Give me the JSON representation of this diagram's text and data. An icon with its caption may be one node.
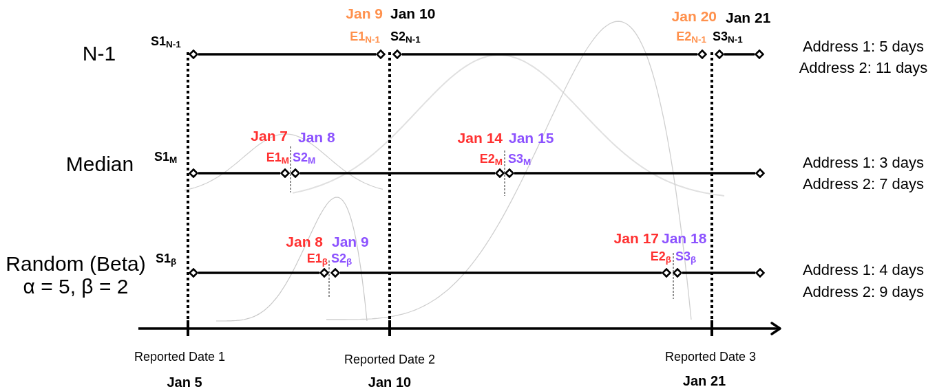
{
  "diagram": {
    "nodes": [
      {
        "text": [],
        "shape": "diamond",
        "beside": [
          "S1$_{N-1}$"
        ]
      },
      {
        "text": [],
        "shape": "diamond",
        "beside": [
          "Jan 9",
          "E1$_{N-1}$"
        ]
      },
      {
        "text": [],
        "shape": "diamond",
        "beside": [
          "Jan 10",
          "S2$_{N-1}$"
        ]
      },
      {
        "text": [],
        "shape": "diamond",
        "beside": [
          "Jan 20",
          "E2$_{N-1}$"
        ]
      },
      {
        "text": [],
        "shape": "diamond",
        "beside": [
          "Jan 21",
          "S3$_{N-1}$"
        ]
      },
      {
        "text": [],
        "shape": "diamond"
      },
      {
        "text": [],
        "shape": "diamond",
        "beside": [
          "S1$_{M}$"
        ]
      },
      {
        "text": [],
        "shape": "diamond",
        "beside": [
          "Jan 7",
          "E1$_{M}$"
        ]
      },
      {
        "text": [],
        "shape": "diamond",
        "beside": [
          "Jan 8",
          "S2$_{M}$"
        ]
      },
      {
        "text": [],
        "shape": "diamond",
        "beside": [
          "Jan 14",
          "E2$_{M}$"
        ]
      },
      {
        "text": [],
        "shape": "diamond",
        "beside": [
          "Jan 15",
          "S3$_{M}$"
        ]
      },
      {
        "text": [],
        "shape": "diamond"
      },
      {
        "text": [],
        "shape": "diamond",
        "beside": [
          "S1$_{β}$"
        ]
      },
      {
        "text": [],
        "shape": "diamond",
        "beside": [
          "Jan 8",
          "E1$_{β}$"
        ]
      },
      {
        "text": [],
        "shape": "diamond",
        "beside": [
          "Jan 9",
          "S2$_{β}$"
        ]
      },
      {
        "text": [],
        "shape": "diamond",
        "beside": [
          "Jan 17",
          "E2$_{β}$"
        ]
      },
      {
        "text": [],
        "shape": "diamond",
        "beside": [
          "Jan 18",
          "S3$_{β}$"
        ]
      },
      {
        "text": [],
        "shape": "diamond"
      }
    ],
    "edges": [
      {
        "from": 0,
        "to": 1,
        "arrow": "none"
      },
      {
        "from": 2,
        "to": 3,
        "arrow": "none"
      },
      {
        "from": 4,
        "to": 5,
        "arrow": "none"
      },
      {
        "from": 6,
        "to": 7,
        "arrow": "none"
      },
      {
        "from": 8,
        "to": 9,
        "arrow": "none"
      },
      {
        "from": 10,
        "to": 11,
        "arrow": "none"
      },
      {
        "from": 12,
        "to": 13,
        "arrow": "none"
      },
      {
        "from": 14,
        "to": 15,
        "arrow": "none"
      },
      {
        "from": 16,
        "to": 17,
        "arrow": "none"
      }
    ],
    "labels": [
      "N-1",
      "Address 1: 5 days",
      "Address 2: 11 days",
      "Median",
      "Address 1: 3 days",
      "Address 2: 7 days",
      "Random (Beta) α = 5, β = 2",
      "Address 1: 4 days",
      "Address 2: 9 days",
      "Reported Date 1",
      "Reported Date 2",
      "Reported Date 3",
      "Jan 5",
      "Jan 10",
      "Jan 21"
    ]
  }
}
